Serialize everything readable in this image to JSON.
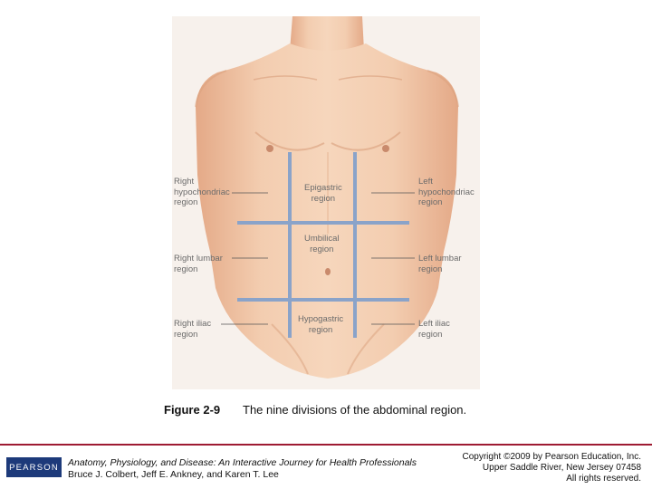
{
  "figure": {
    "labels": {
      "right_hypochondriac": "Right\nhypochondriac\nregion",
      "epigastric": "Epigastric\nregion",
      "left_hypochondriac": "Left\nhypochondriac\nregion",
      "right_lumbar": "Right lumbar\nregion",
      "umbilical": "Umbilical\nregion",
      "left_lumbar": "Left lumbar\nregion",
      "right_iliac": "Right iliac\nregion",
      "hypogastric": "Hypogastric\nregion",
      "left_iliac": "Left iliac\nregion"
    },
    "colors": {
      "skin": "#f0c4a2",
      "skin_shadow": "#d99f7c",
      "grid_lines": "#8aa3c9"
    }
  },
  "caption": {
    "number": "Figure 2-9",
    "text": "The nine divisions of the abdominal region."
  },
  "footer": {
    "logo_text": "PEARSON",
    "book_title": "Anatomy, Physiology, and Disease: An Interactive Journey for Health Professionals",
    "authors": "Bruce J. Colbert, Jeff E. Ankney, and Karen T. Lee",
    "copyright_lines": [
      "Copyright ©2009 by Pearson Education, Inc.",
      "Upper Saddle River, New Jersey 07458",
      "All rights reserved."
    ],
    "accent_color": "#9e1b32",
    "logo_color": "#1d3a7a"
  }
}
